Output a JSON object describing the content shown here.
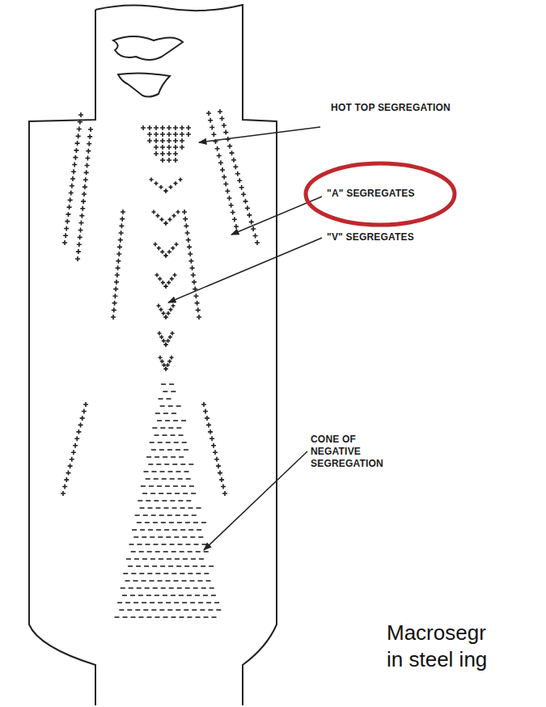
{
  "diagram": {
    "caption": "Macrosegr in steel ing",
    "labels": [
      "HOT TOP SEGREGATION",
      "\"A\" SEGREGATES",
      "\"V\" SEGREGATES",
      "CONE OF NEGATIVE SEGREGATION"
    ]
  }
}
